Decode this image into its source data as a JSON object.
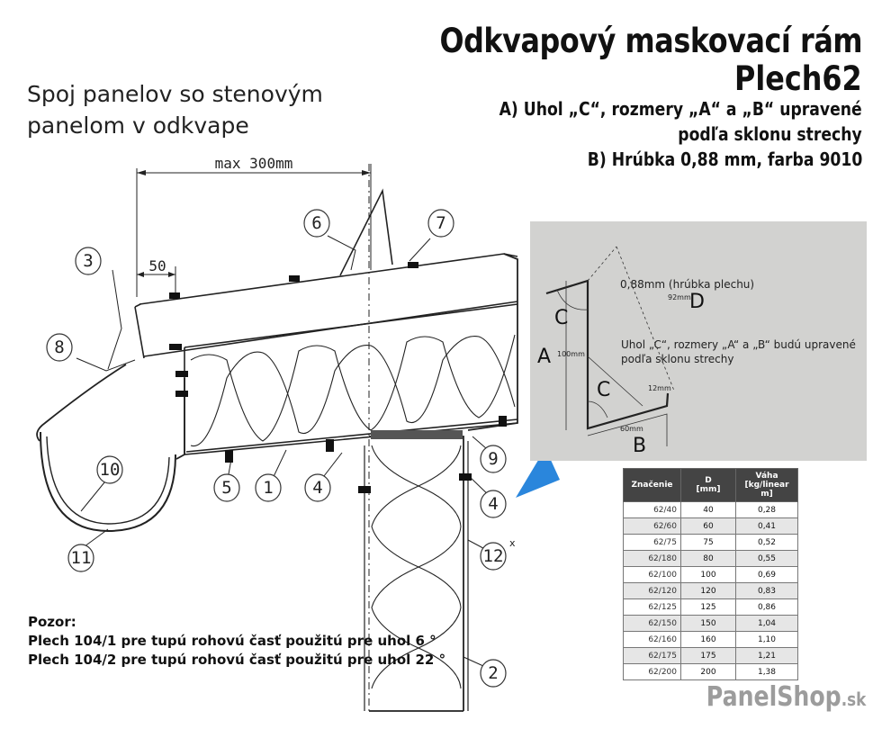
{
  "title": {
    "line1": "Odkvapový maskovací rám",
    "line2": "Plech62",
    "sub_a1": "A) Uhol „C“, rozmery „A“ a „B“ upravené",
    "sub_a2": "podľa sklonu strechy",
    "sub_b": "B) Hrúbka 0,88 mm, farba 9010"
  },
  "heading": {
    "line1": "Spoj panelov so stenovým",
    "line2": "panelom v odkvape"
  },
  "dimensions": {
    "max": "max 300mm",
    "fifty": "50"
  },
  "callouts": [
    "1",
    "2",
    "3",
    "4",
    "4",
    "5",
    "6",
    "7",
    "8",
    "9",
    "10",
    "11",
    "12"
  ],
  "callout_12_suffix": "x",
  "detail": {
    "thickness": "0,88mm (hrúbka plechu)",
    "dim_d": "92mm",
    "letter_d": "D",
    "letter_a": "A",
    "dim_a": "100mm",
    "letter_c1": "C",
    "letter_c2": "C",
    "note_line1": "Uhol „C“, rozmery „A“ a „B“ budú upravené",
    "note_line2": "podľa sklonu strechy",
    "dim_12": "12mm",
    "dim_b": "60mm",
    "letter_b": "B"
  },
  "table": {
    "headers": [
      {
        "l1": "Značenie",
        "l2": ""
      },
      {
        "l1": "D",
        "l2": "[mm]"
      },
      {
        "l1": "Váha",
        "l2": "[kg/linear m]"
      }
    ],
    "rows": [
      [
        "62/40",
        "40",
        "0,28"
      ],
      [
        "62/60",
        "60",
        "0,41"
      ],
      [
        "62/75",
        "75",
        "0,52"
      ],
      [
        "62/180",
        "80",
        "0,55"
      ],
      [
        "62/100",
        "100",
        "0,69"
      ],
      [
        "62/120",
        "120",
        "0,83"
      ],
      [
        "62/125",
        "125",
        "0,86"
      ],
      [
        "62/150",
        "150",
        "1,04"
      ],
      [
        "62/160",
        "160",
        "1,10"
      ],
      [
        "62/175",
        "175",
        "1,21"
      ],
      [
        "62/200",
        "200",
        "1,38"
      ]
    ]
  },
  "warning": {
    "title": "Pozor:",
    "line1": "Plech 104/1 pre tupú rohovú časť použitú pre uhol 6 °",
    "line2": "Plech 104/2 pre tupú rohovú časť použitú pre uhol 22 °"
  },
  "brand": {
    "name": "PanelShop",
    "tld": ".sk"
  },
  "colors": {
    "pointer": "#2a86dc",
    "detail_bg": "#d2d2d0",
    "table_header": "#444444"
  }
}
